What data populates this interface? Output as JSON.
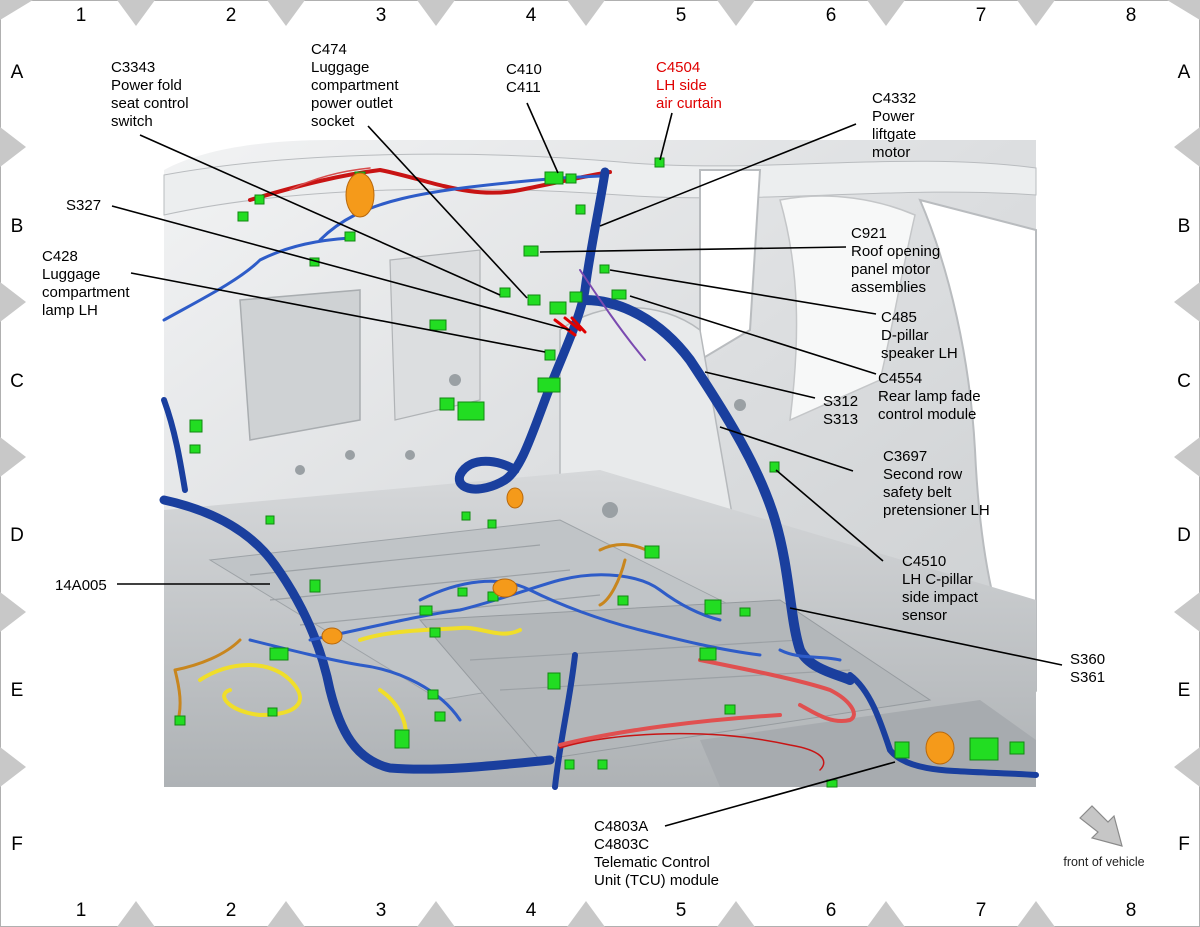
{
  "grid": {
    "columns": [
      "1",
      "2",
      "3",
      "4",
      "5",
      "6",
      "7",
      "8"
    ],
    "rows": [
      "A",
      "B",
      "C",
      "D",
      "E",
      "F"
    ]
  },
  "labels": {
    "c3343": [
      "C3343",
      "Power fold",
      "seat control",
      "switch"
    ],
    "c474": [
      "C474",
      "Luggage",
      "compartment",
      "power outlet",
      "socket"
    ],
    "c410": [
      "C410",
      "C411"
    ],
    "c4504": [
      "C4504",
      "LH side",
      "air curtain"
    ],
    "c4332": [
      "C4332",
      "Power",
      "liftgate",
      "motor"
    ],
    "s327": [
      "S327"
    ],
    "c428": [
      "C428",
      "Luggage",
      "compartment",
      "lamp LH"
    ],
    "c921": [
      "C921",
      "Roof opening",
      "panel motor",
      "assemblies"
    ],
    "c485": [
      "C485",
      "D-pillar",
      "speaker LH"
    ],
    "c4554": [
      "C4554",
      "Rear lamp fade",
      "control module"
    ],
    "s312": [
      "S312",
      "S313"
    ],
    "c3697": [
      "C3697",
      "Second row",
      "safety belt",
      "pretensioner LH"
    ],
    "c4510": [
      "C4510",
      "LH C-pillar",
      "side impact",
      "sensor"
    ],
    "a14a005": [
      "14A005"
    ],
    "s360": [
      "S360",
      "S361"
    ],
    "c4803": [
      "C4803A",
      "C4803C",
      "Telematic Control",
      "Unit (TCU) module"
    ]
  },
  "orientation_note": "front of vehicle",
  "colors": {
    "harness_main": "#1a3f9e",
    "harness_branch": "#2e5cc8",
    "connector": "#22dd22",
    "red_wire": "#d81818",
    "yellow_wire": "#f0de2a",
    "orange_clip": "#f59a1a",
    "highlight_label": "#e00000",
    "body_panel": "#e2e4e6",
    "border_marker": "#c8c8c8"
  }
}
